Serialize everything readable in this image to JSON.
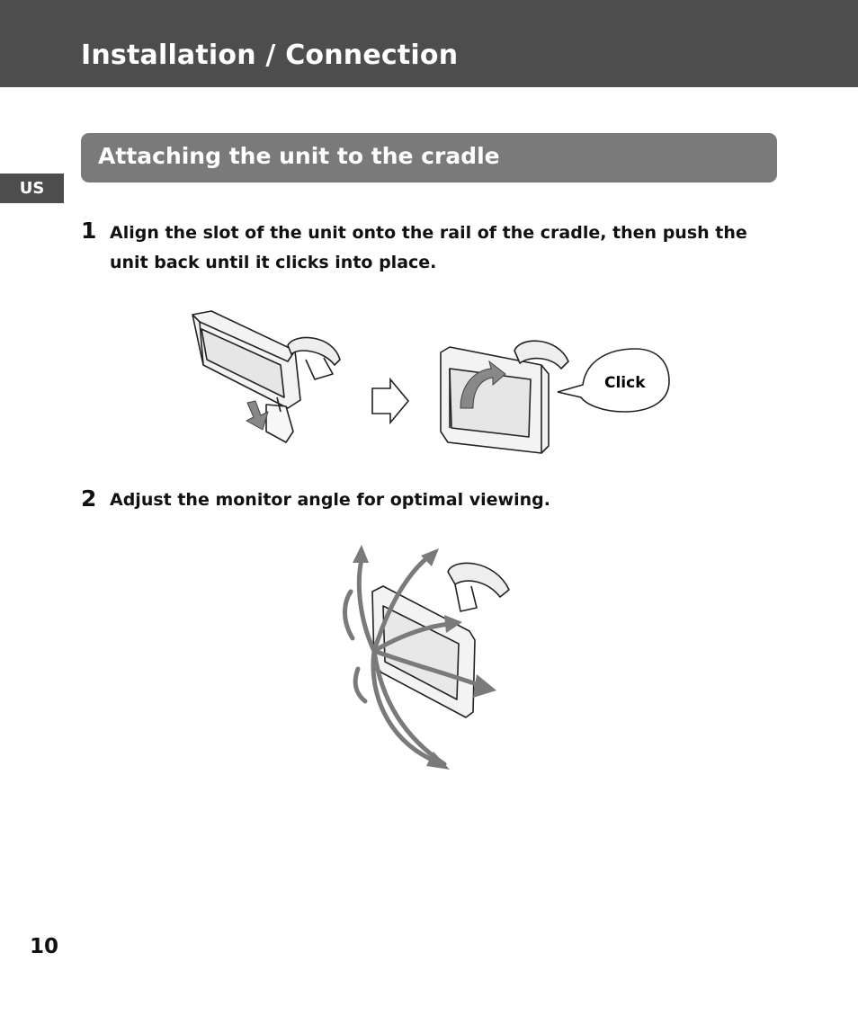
{
  "header": {
    "title": "Installation / Connection"
  },
  "language_tab": "US",
  "section": {
    "title": "Attaching the unit to the cradle"
  },
  "steps": [
    {
      "number": "1",
      "text": "Align the slot of the unit onto the rail of the cradle, then push the unit back until it clicks into place."
    },
    {
      "number": "2",
      "text": "Adjust the monitor angle for optimal viewing."
    }
  ],
  "figure1": {
    "callout": "Click"
  },
  "page_number": "10"
}
